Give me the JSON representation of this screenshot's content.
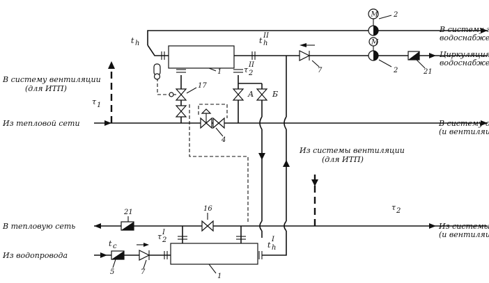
{
  "labels": {
    "to_water_supply_top": "В систему г",
    "to_water_supply_top_2": "водоснабжен",
    "circulation": "Циркуляция",
    "circulation_2": "водоснабжен",
    "to_ventilation": "В систему вентиляции",
    "to_ventilation_2": "(для ИТП)",
    "from_heat_network": "Из тепловой сети",
    "to_system_right": "В систему о",
    "to_system_right_2": "(и вентиляц",
    "from_ventilation": "Из системы вентиляции",
    "from_ventilation_2": "(для ИТП)",
    "to_heat_network": "В тепловую сеть",
    "from_system_right": "Из системы о",
    "from_system_right_2": "(и вентиляц",
    "from_water_main": "Из водопровода"
  },
  "symbols": {
    "t_h": "t",
    "t_h_sub": "h",
    "t_h_II": "t",
    "t_h_II_sub": "h",
    "t_h_II_sup": "II",
    "tau_2_II": "τ",
    "tau_2_II_sub": "2",
    "tau_2_II_sup": "II",
    "tau_1": "τ",
    "tau_1_sub": "1",
    "tau_2": "τ",
    "tau_2_sub": "2",
    "tau_2_I": "τ",
    "tau_2_I_sub": "2",
    "tau_2_I_sup": "I",
    "t_h_I": "t",
    "t_h_I_sub": "h",
    "t_h_I_sup": "I",
    "t_c": "t",
    "t_c_sub": "c",
    "valve_A": "А",
    "valve_B": "Б",
    "motor_top": "М",
    "motor_bottom": "М"
  },
  "callouts": {
    "hx_top": "1",
    "hx_bottom": "1",
    "pump_top": "2",
    "pump_bottom": "2",
    "regulator": "4",
    "meter": "5",
    "check_top": "7",
    "check_bottom": "7",
    "valve_16": "16",
    "valve_17": "17",
    "meter_21_top": "21",
    "meter_21_bottom": "21"
  }
}
